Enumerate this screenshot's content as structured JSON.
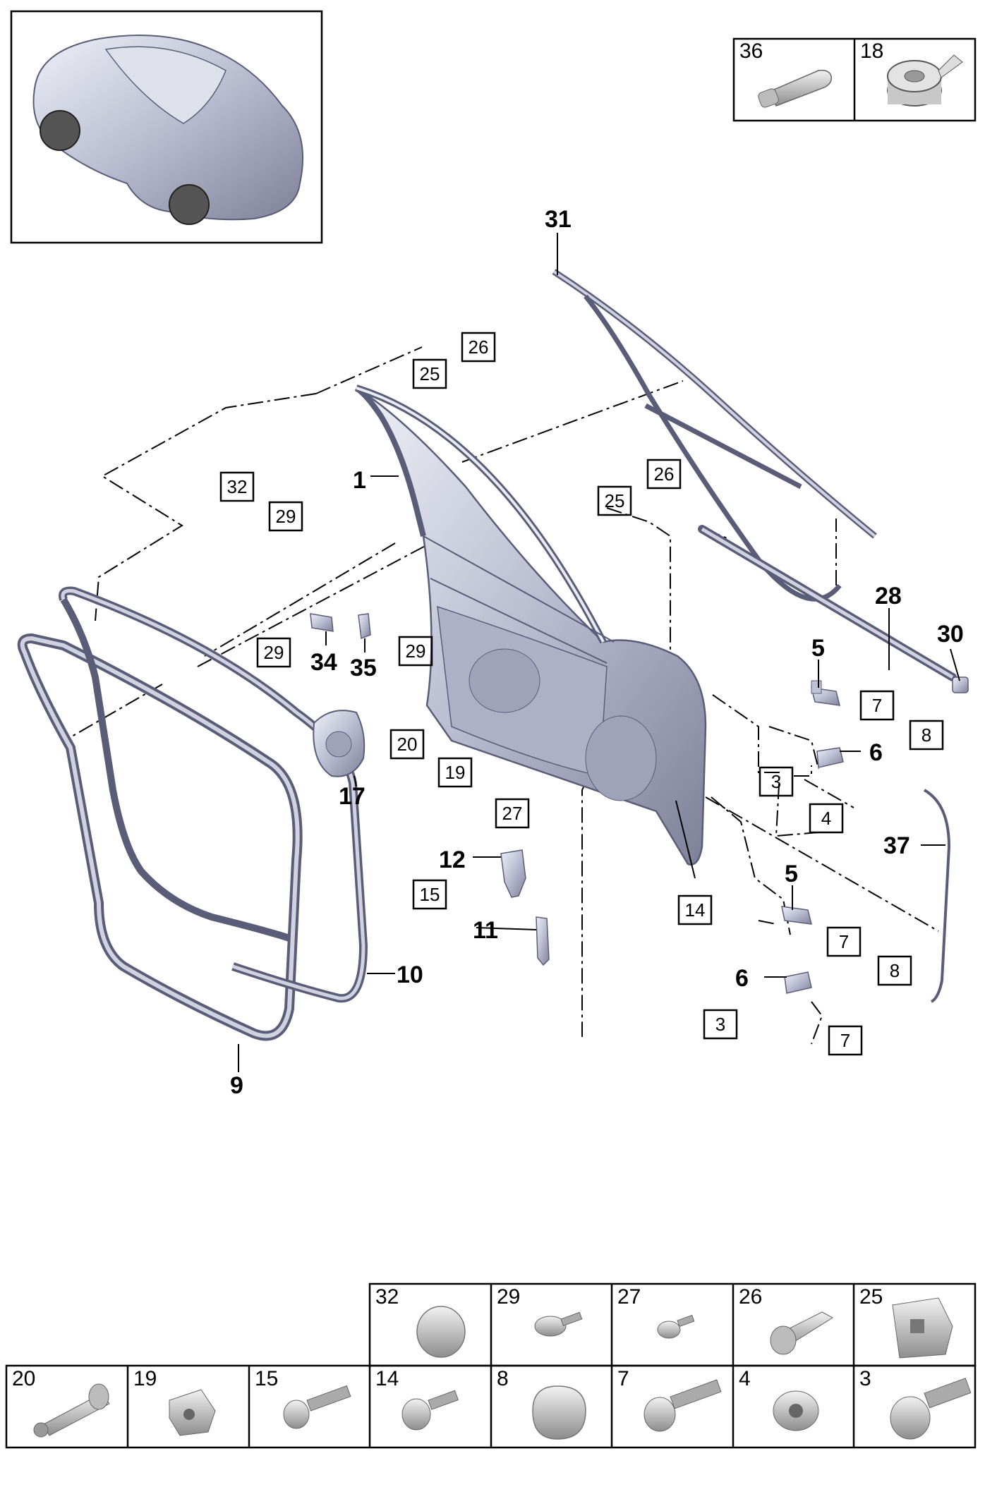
{
  "callouts": {
    "c1": "1",
    "c31": "31",
    "c28": "28",
    "c30": "30",
    "c5a": "5",
    "c6a": "6",
    "c5b": "5",
    "c6b": "6",
    "c9": "9",
    "c10": "10",
    "c11": "11",
    "c12": "12",
    "c17": "17",
    "c34": "34",
    "c35": "35",
    "c37": "37"
  },
  "boxed": {
    "b26a": "26",
    "b25a": "25",
    "b26b": "26",
    "b25b": "25",
    "b32": "32",
    "b29a": "29",
    "b29b": "29",
    "b29c": "29",
    "b20": "20",
    "b19": "19",
    "b27": "27",
    "b7a": "7",
    "b8a": "8",
    "b3a": "3",
    "b4": "4",
    "b7b": "7",
    "b8b": "8",
    "b3b": "3",
    "b7c": "7",
    "b15": "15",
    "b14": "14"
  },
  "top_legend": [
    "36",
    "18"
  ],
  "bottom_legend_row1": [
    "32",
    "29",
    "27",
    "26",
    "25"
  ],
  "bottom_legend_row2": [
    "20",
    "19",
    "15",
    "14",
    "8",
    "7",
    "4",
    "3"
  ],
  "colors": {
    "line": "#000000",
    "part_fill": "#c9cbdc",
    "part_stroke": "#5a5d78",
    "background": "#ffffff"
  }
}
